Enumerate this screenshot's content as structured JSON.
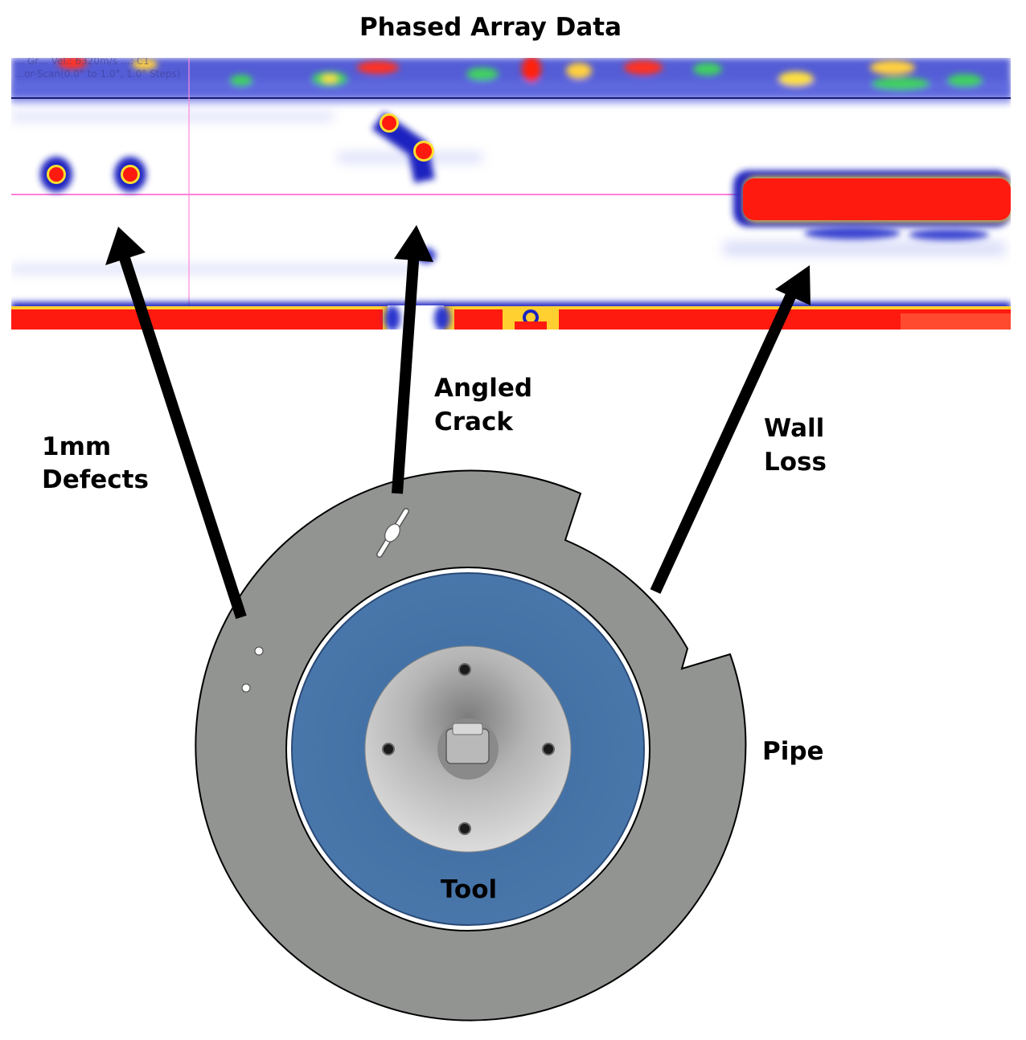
{
  "title": "Phased Array Data",
  "scan_overlay": {
    "line1": "… Gr… Vel.: 6320m/s …: C1",
    "line2": "…or-Scan(0.0° to 1.0°, 1.0° Steps)"
  },
  "labels": {
    "defects_line1": "1mm",
    "defects_line2": "Defects",
    "crack_line1": "Angled",
    "crack_line2": "Crack",
    "wall_loss_line1": "Wall",
    "wall_loss_line2": "Loss",
    "pipe": "Pipe",
    "tool": "Tool"
  },
  "colors": {
    "pipe": "#929492",
    "tool": "#4876aa",
    "scan_hot": "#ff1a10",
    "scan_cold": "#1a28c8",
    "arrow": "#000000"
  }
}
